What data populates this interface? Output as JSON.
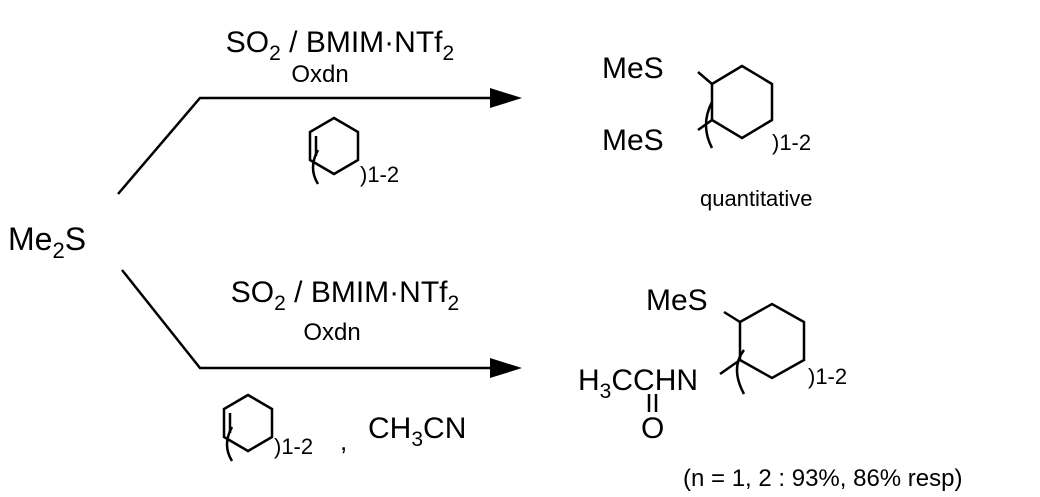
{
  "reactant": {
    "main": "Me",
    "sub": "2",
    "tail": "S"
  },
  "top_reaction": {
    "reagent": {
      "main": "SO",
      "sub": "2",
      "tail": " / BMIM·NTf",
      "sub2": "2"
    },
    "condition": "Oxdn",
    "ring_label": ")1-2",
    "product": {
      "sub1": "MeS",
      "sub2": "MeS",
      "ring_label": ")1-2"
    },
    "yield_label": "quantitative"
  },
  "bottom_reaction": {
    "reagent": {
      "main": "SO",
      "sub": "2",
      "tail": " / BMIM·NTf",
      "sub2": "2"
    },
    "condition": "Oxdn",
    "ring_label": ")1-2",
    "comma": ",",
    "solvent": {
      "main": "CH",
      "sub": "3",
      "tail": "CN"
    },
    "product": {
      "sub_group": "MeS",
      "amide": {
        "h": "H",
        "sub": "3",
        "tail": "CCHN"
      },
      "carbonyl_o": "O",
      "ring_label": ")1-2"
    },
    "yield_label": "(n = 1, 2  :  93%, 86% resp)"
  }
}
